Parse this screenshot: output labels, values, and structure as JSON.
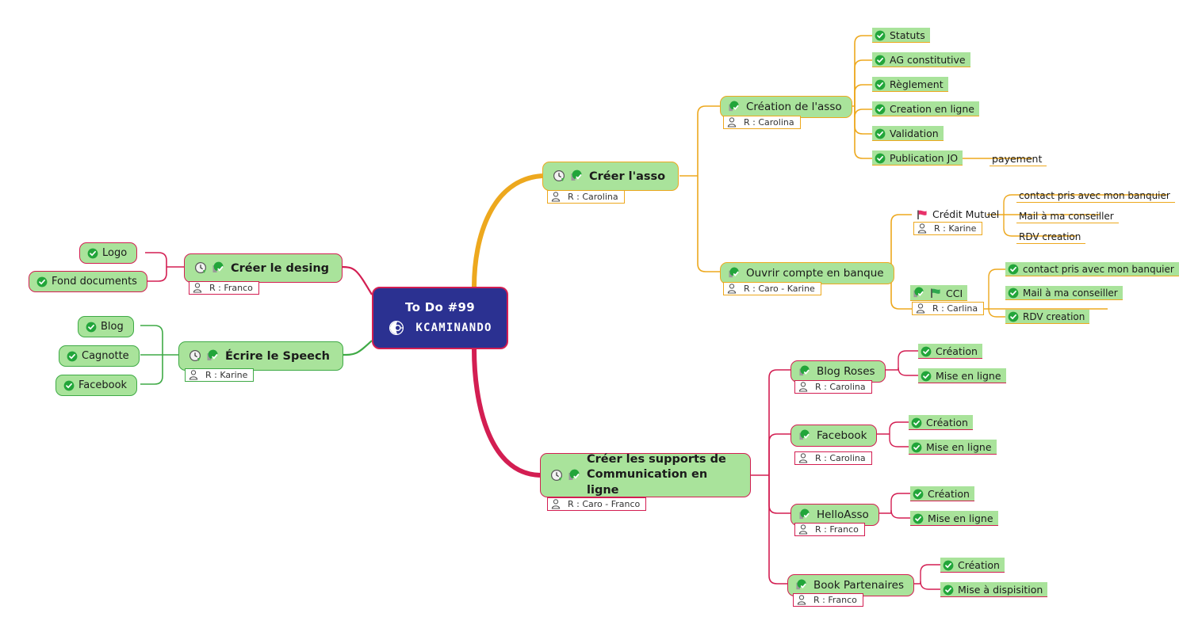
{
  "center": {
    "title": "To Do #99",
    "brand": "KCAMINANDO",
    "fill": "#2b3191",
    "border": "#d31e52"
  },
  "colors": {
    "node_fill": "#a9e39b",
    "pink": "#d31e52",
    "orange": "#eda81e",
    "green": "#3faa46",
    "check_green": "#22a53a",
    "flag_red": "#e8316a",
    "flag_green": "#2fa84f"
  },
  "branches": {
    "creer_asso": {
      "label": "Créer l'asso",
      "responsible": "R : Carolina",
      "children": [
        {
          "label": "Création de l'asso",
          "responsible": "R : Carolina",
          "children": [
            {
              "label": "Statuts"
            },
            {
              "label": "AG constitutive"
            },
            {
              "label": "Règlement"
            },
            {
              "label": "Creation en ligne"
            },
            {
              "label": "Validation"
            },
            {
              "label": "Publication JO",
              "children": [
                {
                  "label": "payement"
                }
              ]
            }
          ]
        },
        {
          "label": "Ouvrir compte en banque",
          "responsible": "R : Caro - Karine",
          "children": [
            {
              "label": "Crédit Mutuel",
              "responsible": "R : Karine",
              "flag": "red",
              "children": [
                {
                  "label": "contact pris avec mon banquier"
                },
                {
                  "label": "Mail à ma conseiller"
                },
                {
                  "label": "RDV creation"
                }
              ]
            },
            {
              "label": "CCI",
              "responsible": "R : Carlina",
              "flag": "green",
              "children": [
                {
                  "label": "contact pris avec mon banquier"
                },
                {
                  "label": "Mail à ma conseiller"
                },
                {
                  "label": "RDV creation"
                }
              ]
            }
          ]
        }
      ]
    },
    "creer_desing": {
      "label": "Créer le desing",
      "responsible": "R : Franco",
      "children": [
        {
          "label": "Logo"
        },
        {
          "label": "Fond documents"
        }
      ]
    },
    "ecrire_speech": {
      "label": "Écrire le Speech",
      "responsible": "R : Karine",
      "children": [
        {
          "label": "Blog"
        },
        {
          "label": "Cagnotte"
        },
        {
          "label": "Facebook"
        }
      ]
    },
    "supports_com": {
      "label": "Créer les supports de\nCommunication en ligne",
      "responsible": "R : Caro - Franco",
      "children": [
        {
          "label": "Blog Roses",
          "responsible": "R : Carolina",
          "children": [
            {
              "label": "Création"
            },
            {
              "label": "Mise en ligne"
            }
          ]
        },
        {
          "label": "Facebook",
          "responsible": "R : Carolina",
          "children": [
            {
              "label": "Création"
            },
            {
              "label": "Mise en ligne"
            }
          ]
        },
        {
          "label": "HelloAsso",
          "responsible": "R : Franco",
          "children": [
            {
              "label": "Création"
            },
            {
              "label": "Mise en ligne"
            }
          ]
        },
        {
          "label": "Book Partenaires",
          "responsible": "R : Franco",
          "children": [
            {
              "label": "Création"
            },
            {
              "label": "Mise à dispisition"
            }
          ]
        }
      ]
    }
  },
  "icons": {
    "check": "check-circle-icon",
    "task": "task-progress-icon",
    "clock": "clock-deadline-icon",
    "person": "person-icon",
    "flag": "flag-icon"
  }
}
